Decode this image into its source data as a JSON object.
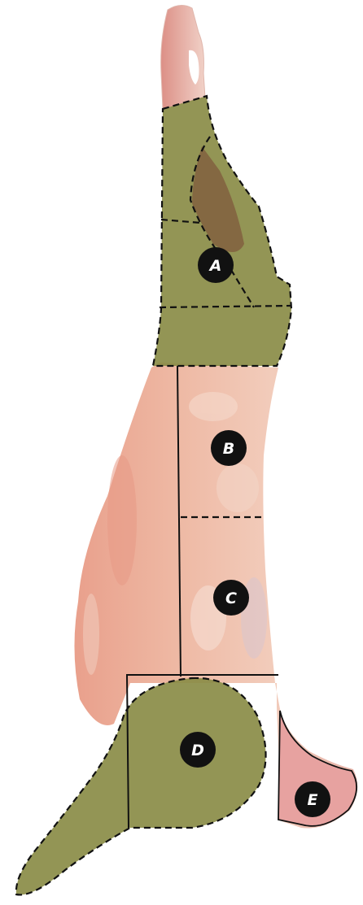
{
  "regions": [
    {
      "id": "A",
      "label": "A"
    },
    {
      "id": "B",
      "label": "B"
    },
    {
      "id": "C",
      "label": "C"
    },
    {
      "id": "D",
      "label": "D"
    },
    {
      "id": "E",
      "label": "E"
    }
  ],
  "colors": {
    "meat": "#e8b19a",
    "meat_dark": "#c9786a",
    "fat": "#f3dccf",
    "highlight_region": "#8a8c46",
    "outline": "#111111",
    "marker": "#111111",
    "marker_text": "#ffffff"
  }
}
